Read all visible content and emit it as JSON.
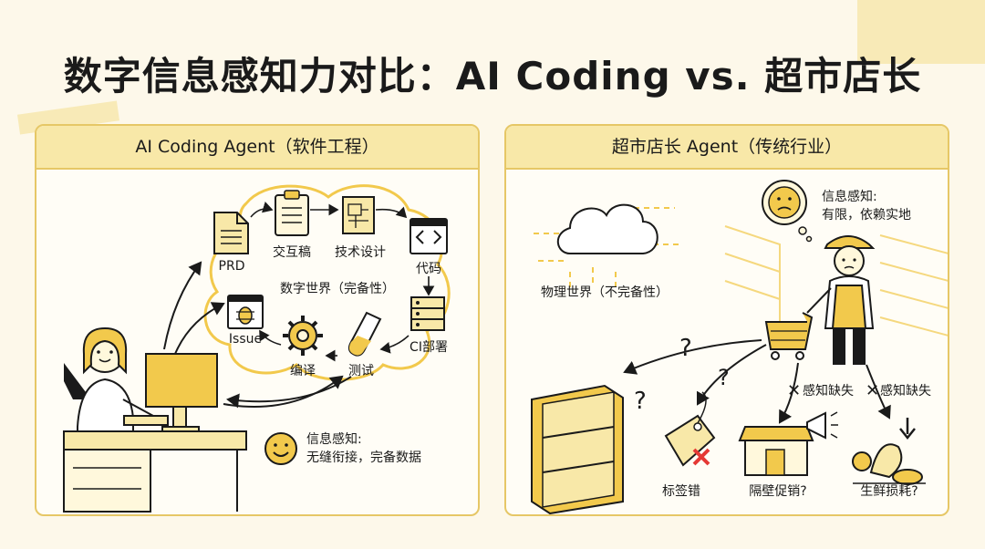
{
  "title": "数字信息感知力对比：AI Coding vs. 超市店长",
  "left_panel": {
    "header": "AI Coding Agent（软件工程）",
    "cycle_center": "数字世界（完备性）",
    "steps": [
      "PRD",
      "交互稿",
      "技术设计",
      "代码",
      "CI部署",
      "测试",
      "编译",
      "Issue"
    ],
    "icons": [
      "document-icon",
      "clipboard-icon",
      "blueprint-icon",
      "code-window-icon",
      "server-icon",
      "test-tube-icon",
      "gear-icon",
      "bug-icon"
    ],
    "info": {
      "line1": "信息感知:",
      "line2": "无缝衔接，完备数据"
    }
  },
  "right_panel": {
    "header": "超市店长 Agent（传统行业）",
    "cloud_label": "物理世界（不完备性）",
    "info": {
      "line1": "信息感知:",
      "line2": "有限，依赖实地"
    },
    "missing_1": "感知缺失",
    "missing_2": "感知缺失",
    "items": [
      "标签错",
      "隔壁促销?",
      "生鲜损耗?"
    ]
  },
  "colors": {
    "accent": "#f2c94c",
    "border": "#e6c766",
    "ink": "#1a1a1a",
    "error": "#e53935"
  }
}
